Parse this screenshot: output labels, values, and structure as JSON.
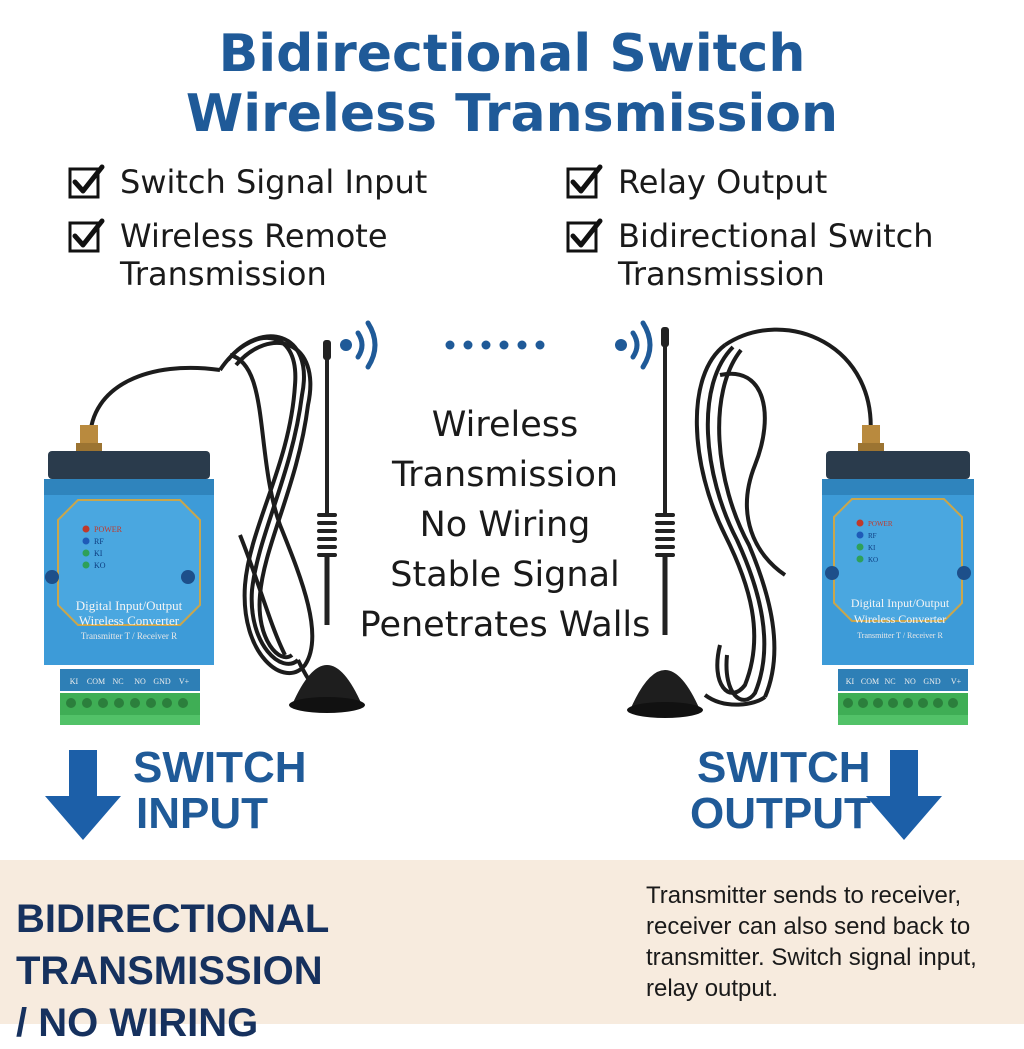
{
  "title": {
    "line1": "Bidirectional Switch",
    "line2": "Wireless Transmission"
  },
  "features": [
    {
      "text": "Switch Signal Input"
    },
    {
      "text": "Wireless Remote\nTransmission"
    },
    {
      "text": "Relay Output"
    },
    {
      "text": "Bidirectional Switch\nTransmission"
    }
  ],
  "center_text": "Wireless\nTransmission\nNo Wiring\nStable Signal\nPenetrates Walls",
  "device": {
    "name_line1": "Digital Input/Output",
    "name_line2": "Wireless Converter",
    "name_line3": "Transmitter T / Receiver R",
    "leds": [
      "POWER",
      "RF",
      "KI",
      "KO"
    ],
    "terminals": [
      "KI",
      "COM",
      "NC",
      "NO",
      "GND",
      "V+"
    ]
  },
  "labels": {
    "input_line1": "SWITCH",
    "input_line2": "INPUT",
    "output_line1": "SWITCH",
    "output_line2": "OUTPUT"
  },
  "bottom": {
    "title_line1": "BIDIRECTIONAL TRANSMISSION",
    "title_line2": "/ NO WIRING",
    "description": "Transmitter sends to receiver, receiver can also send back to transmitter. Switch signal input, relay output."
  },
  "colors": {
    "title_blue": "#1f5a98",
    "device_blue": "#3d9bd8",
    "arrow_blue": "#1c5fa8",
    "terminal_green": "#3fae55",
    "band_beige": "#f7ebde"
  }
}
